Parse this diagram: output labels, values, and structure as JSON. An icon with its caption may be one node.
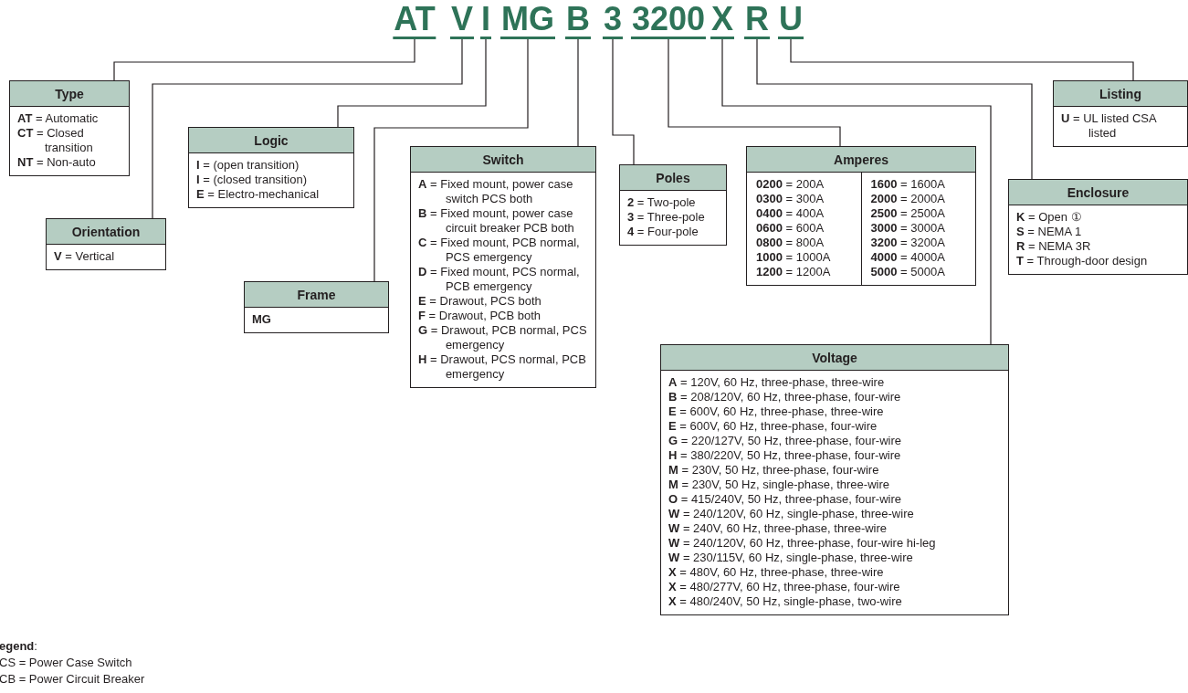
{
  "diagram": {
    "nodes": [
      {
        "text": [
          "AT"
        ]
      },
      {
        "text": [
          "V"
        ]
      },
      {
        "text": [
          "I"
        ]
      },
      {
        "text": [
          "MG"
        ]
      },
      {
        "text": [
          "B"
        ]
      },
      {
        "text": [
          "3"
        ]
      },
      {
        "text": [
          "3200"
        ]
      },
      {
        "text": [
          "X"
        ]
      },
      {
        "text": [
          "R"
        ]
      },
      {
        "text": [
          "U"
        ]
      },
      {
        "text": [
          "Type",
          "**AT** = Automatic",
          "**CT** = Closed transition",
          "**NT** = Non-auto"
        ]
      },
      {
        "text": [
          "Orientation",
          "**V** = Vertical"
        ]
      },
      {
        "text": [
          "Logic",
          "**I** = (open transition)",
          "**I** = (closed transition)",
          "**E** = Electro-mechanical"
        ]
      },
      {
        "text": [
          "Frame",
          "**MG**"
        ]
      },
      {
        "text": [
          "Switch",
          "**A** = Fixed mount, power case switch PCS both",
          "**B** = Fixed mount, power case circuit breaker PCB both",
          "**C** = Fixed mount, PCB normal, PCS emergency",
          "**D** = Fixed mount, PCS normal, PCB emergency",
          "**E** = Drawout, PCS both",
          "**F** = Drawout, PCB both",
          "**G** = Drawout, PCB normal, PCS emergency",
          "**H** = Drawout, PCS normal, PCB emergency"
        ]
      },
      {
        "text": [
          "Poles",
          "**2** = Two-pole",
          "**3** = Three-pole",
          "**4** = Four-pole"
        ]
      },
      {
        "text": [
          "Amperes",
          "**0200** = 200A",
          "**0300** = 300A",
          "**0400** = 400A",
          "**0600** = 600A",
          "**0800** = 800A",
          "**1000** = 1000A",
          "**1200** = 1200A",
          "**1600** = 1600A",
          "**2000** = 2000A",
          "**2500** = 2500A",
          "**3000** = 3000A",
          "**3200** = 3200A",
          "**4000** = 4000A",
          "**5000** = 5000A"
        ]
      },
      {
        "text": [
          "Voltage",
          "**A** = 120V, 60 Hz, three-phase, three-wire",
          "**B** = 208/120V, 60 Hz, three-phase, four-wire",
          "**E** = 600V, 60 Hz, three-phase, three-wire",
          "**E** = 600V, 60 Hz, three-phase, four-wire",
          "**G** = 220/127V, 50 Hz, three-phase, four-wire",
          "**H** = 380/220V, 50 Hz, three-phase, four-wire",
          "**M** = 230V, 50 Hz, three-phase, four-wire",
          "**M** = 230V, 50 Hz, single-phase, three-wire",
          "**O** = 415/240V, 50 Hz, three-phase, four-wire",
          "**W** = 240/120V, 60 Hz, single-phase, three-wire",
          "**W** = 240V, 60 Hz, three-phase, three-wire",
          "**W** = 240/120V, 60 Hz, three-phase, four-wire hi-leg",
          "**W** = 230/115V, 60 Hz, single-phase, three-wire",
          "**X** = 480V, 60 Hz, three-phase, three-wire",
          "**X** = 480/277V, 60 Hz, three-phase, four-wire",
          "**X** = 480/240V, 50 Hz, single-phase, two-wire"
        ]
      },
      {
        "text": [
          "Enclosure",
          "**K** = Open ①",
          "**S** = NEMA 1",
          "**R** = NEMA 3R",
          "**T** = Through-door design"
        ]
      },
      {
        "text": [
          "Listing",
          "**U** = UL listed CSA listed"
        ]
      }
    ],
    "edges": [
      {
        "from": 0,
        "to": 10,
        "arrow": "none"
      },
      {
        "from": 1,
        "to": 11,
        "arrow": "none"
      },
      {
        "from": 2,
        "to": 12,
        "arrow": "none"
      },
      {
        "from": 3,
        "to": 13,
        "arrow": "none"
      },
      {
        "from": 4,
        "to": 14,
        "arrow": "none"
      },
      {
        "from": 5,
        "to": 15,
        "arrow": "none"
      },
      {
        "from": 6,
        "to": 16,
        "arrow": "none"
      },
      {
        "from": 7,
        "to": 17,
        "arrow": "none"
      },
      {
        "from": 8,
        "to": 18,
        "arrow": "none"
      },
      {
        "from": 9,
        "to": 19,
        "arrow": "none"
      }
    ],
    "labels": [
      "**egend**:",
      "CS = Power Case Switch",
      "CB = Power Circuit Breaker"
    ]
  }
}
